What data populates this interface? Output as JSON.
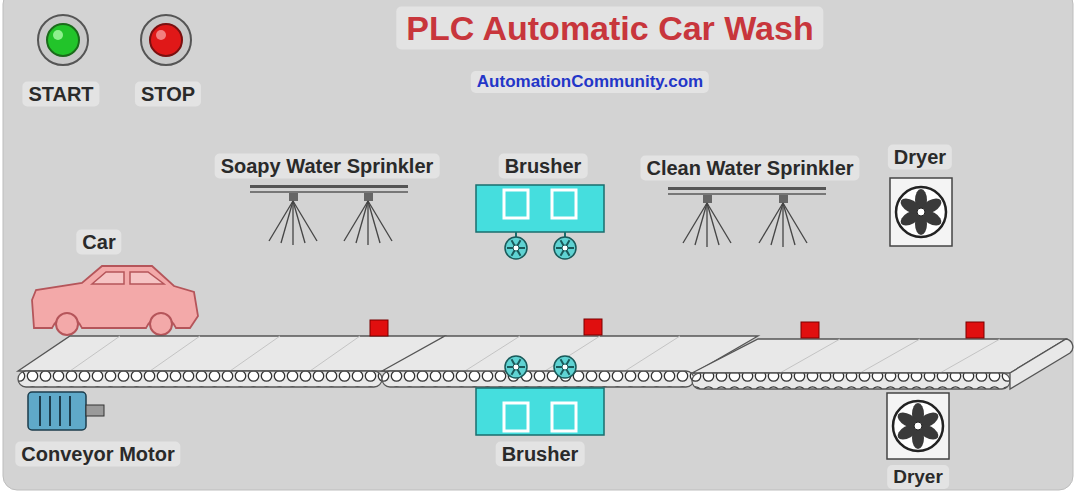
{
  "diagram": {
    "title": "PLC Automatic Car Wash",
    "labels": [
      "START",
      "STOP",
      "AutomationCommunity.com",
      "Soapy Water Sprinkler",
      "Brusher",
      "Clean Water Sprinkler",
      "Dryer",
      "Car",
      "Conveyor Motor",
      "Brusher",
      "Dryer"
    ]
  }
}
